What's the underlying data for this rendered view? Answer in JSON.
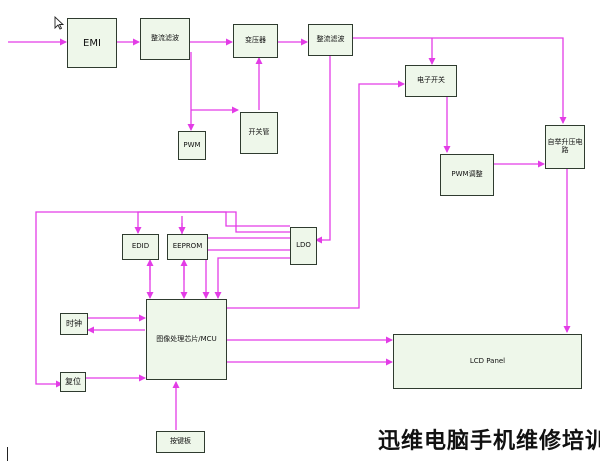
{
  "diagram": {
    "blocks": {
      "emi": "EMI",
      "rectifier_1": "整流滤波",
      "transformer": "变压器",
      "rectifier_2": "整流滤波",
      "pwm": "PWM",
      "switch_tube": "开关管",
      "electronic_switch": "电子开关",
      "boost_circuit": "自举升压电路",
      "pwm_adjust": "PWM调整",
      "edid": "EDID",
      "eeprom": "EEPROM",
      "ldo": "LDO",
      "image_processor": "图像处理芯片/MCU",
      "clock": "时钟",
      "reset": "复位",
      "keypad": "按键板",
      "lcd_panel": "LCD  Panel"
    },
    "watermark": "迅维电脑手机维修培训"
  },
  "colors": {
    "wire": "#e33ce6",
    "block_fill": "#eef7ea",
    "block_border": "#2f3b2f"
  }
}
